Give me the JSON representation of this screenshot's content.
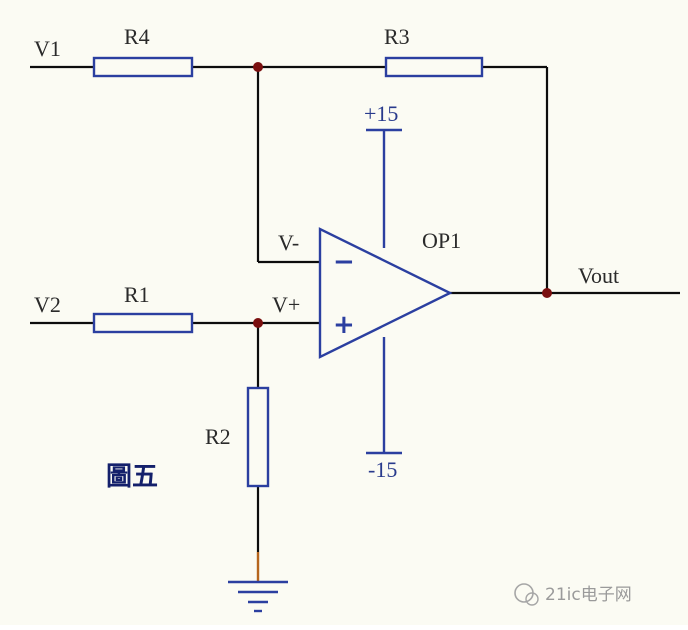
{
  "figure": {
    "caption": "圖五",
    "watermark": "21ic电子网"
  },
  "inputs": {
    "v1": "V1",
    "v2": "V2"
  },
  "resistors": {
    "r1": "R1",
    "r2": "R2",
    "r3": "R3",
    "r4": "R4"
  },
  "opamp": {
    "name": "OP1",
    "inverting_pin": "V-",
    "noninverting_pin": "V+",
    "minus_sign": "−",
    "plus_sign": "+",
    "supply_positive": "+15",
    "supply_negative": "-15"
  },
  "output": {
    "label": "Vout"
  },
  "colors": {
    "wire": "#0c0c0c",
    "component": "#2b3fa0",
    "junction": "#7a0f0f",
    "ground": "#b5651d",
    "caption": "#14206b",
    "background": "#fbfbf3"
  }
}
